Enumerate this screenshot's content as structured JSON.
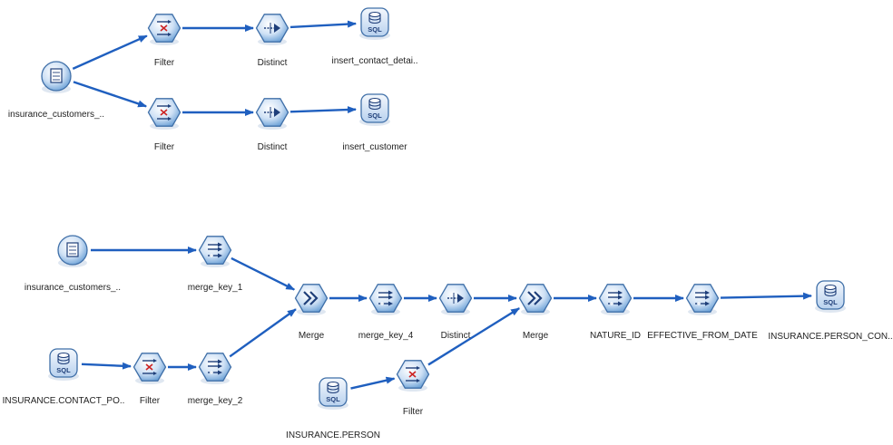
{
  "colors": {
    "arrow": "#1f5fbf",
    "node_fill_light": "#e6f0fb",
    "node_fill_dark": "#6aa0d6",
    "node_stroke": "#3f6fa8",
    "glyph": "#1f3f7a"
  },
  "nodes": {
    "src1": {
      "label": "insurance_customers_..",
      "icon": "file-source-icon"
    },
    "f1": {
      "label": "Filter",
      "icon": "filter-icon"
    },
    "d1": {
      "label": "Distinct",
      "icon": "distinct-icon"
    },
    "sql1": {
      "label": "insert_contact_detai..",
      "icon": "database-sql-icon",
      "icon_text": "SQL"
    },
    "f2": {
      "label": "Filter",
      "icon": "filter-icon"
    },
    "d2": {
      "label": "Distinct",
      "icon": "distinct-icon"
    },
    "sql2": {
      "label": "insert_customer",
      "icon": "database-sql-icon",
      "icon_text": "SQL"
    },
    "src2": {
      "label": "insurance_customers_..",
      "icon": "file-source-icon"
    },
    "mk1": {
      "label": "merge_key_1",
      "icon": "derive-icon"
    },
    "sqlsrc1": {
      "label": "INSURANCE.CONTACT_PO..",
      "icon": "database-sql-icon",
      "icon_text": "SQL"
    },
    "f3": {
      "label": "Filter",
      "icon": "filter-icon"
    },
    "mk2": {
      "label": "merge_key_2",
      "icon": "derive-icon"
    },
    "m1": {
      "label": "Merge",
      "icon": "merge-icon"
    },
    "mk4": {
      "label": "merge_key_4",
      "icon": "derive-icon"
    },
    "d3": {
      "label": "Distinct",
      "icon": "distinct-icon"
    },
    "m2": {
      "label": "Merge",
      "icon": "merge-icon"
    },
    "nature": {
      "label": "NATURE_ID",
      "icon": "derive-icon"
    },
    "eff": {
      "label": "EFFECTIVE_FROM_DATE",
      "icon": "derive-icon"
    },
    "sqlout": {
      "label": "INSURANCE.PERSON_CON..",
      "icon": "database-sql-icon",
      "icon_text": "SQL"
    },
    "person": {
      "label": "INSURANCE.PERSON",
      "icon": "database-sql-icon",
      "icon_text": "SQL"
    },
    "f4": {
      "label": "Filter",
      "icon": "filter-icon"
    }
  },
  "edges": [
    [
      "src1",
      "f1"
    ],
    [
      "f1",
      "d1"
    ],
    [
      "d1",
      "sql1"
    ],
    [
      "src1",
      "f2"
    ],
    [
      "f2",
      "d2"
    ],
    [
      "d2",
      "sql2"
    ],
    [
      "src2",
      "mk1"
    ],
    [
      "mk1",
      "m1"
    ],
    [
      "sqlsrc1",
      "f3"
    ],
    [
      "f3",
      "mk2"
    ],
    [
      "mk2",
      "m1"
    ],
    [
      "m1",
      "mk4"
    ],
    [
      "mk4",
      "d3"
    ],
    [
      "d3",
      "m2"
    ],
    [
      "person",
      "f4"
    ],
    [
      "f4",
      "m2"
    ],
    [
      "m2",
      "nature"
    ],
    [
      "nature",
      "eff"
    ],
    [
      "eff",
      "sqlout"
    ]
  ]
}
